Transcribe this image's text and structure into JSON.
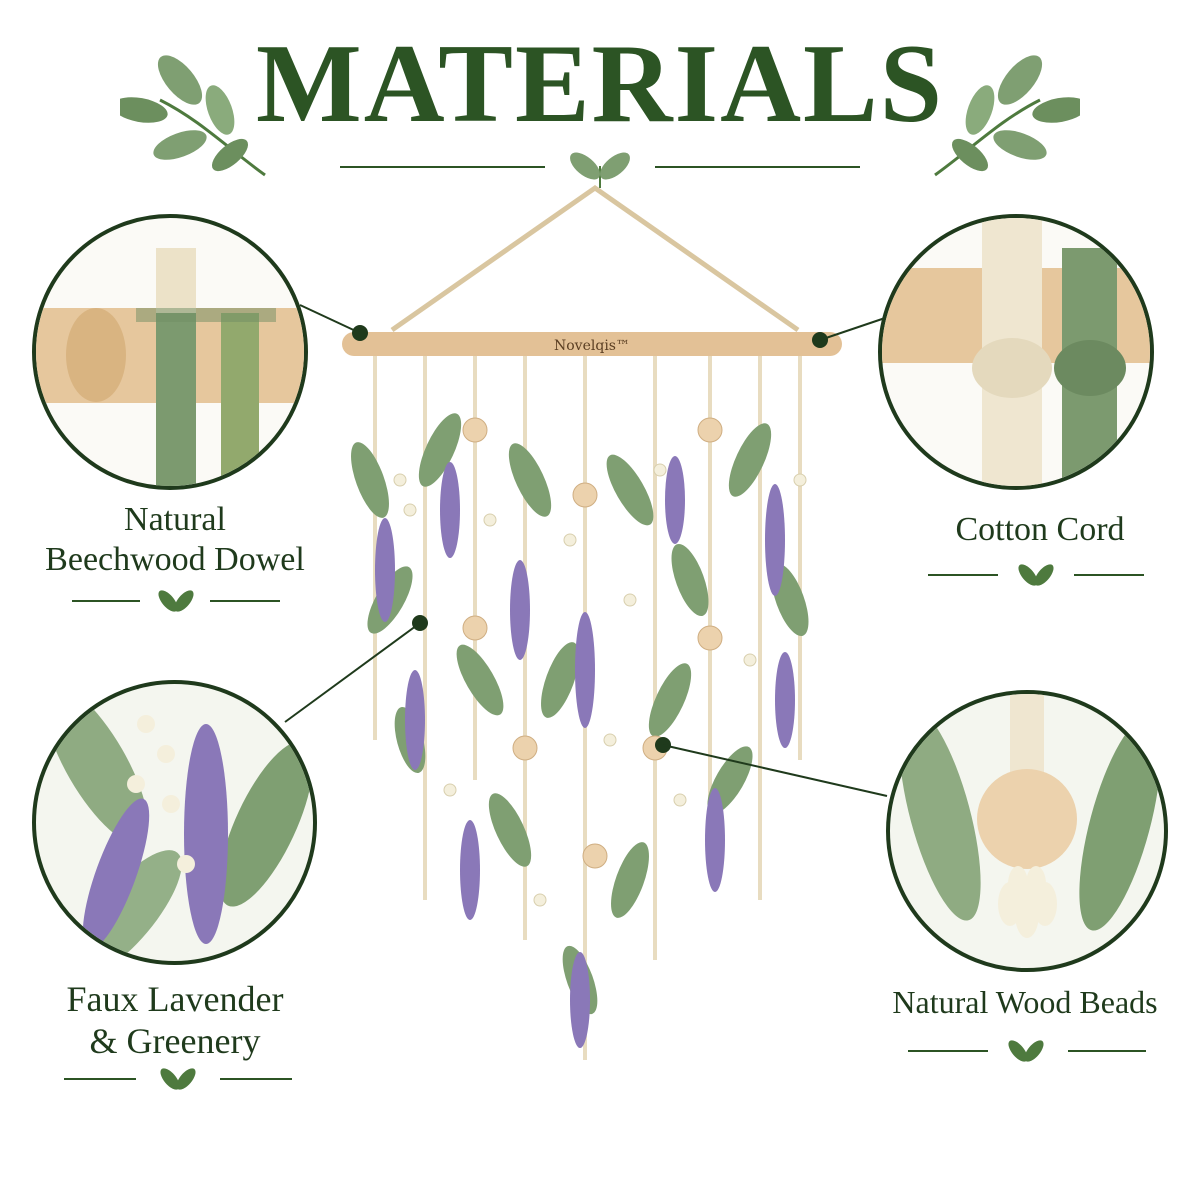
{
  "title": "MATERIALS",
  "brand": "Novelqis™",
  "labels": {
    "dowel": [
      "Natural",
      "Beechwood Dowel"
    ],
    "cord": [
      "Cotton Cord"
    ],
    "greenery": [
      "Faux Lavender",
      "& Greenery"
    ],
    "beads": [
      "Natural Wood Beads"
    ]
  },
  "icons": {
    "leaf": "leaf-sprig-icon"
  },
  "colors": {
    "title_green": "#2c5424",
    "leaf_green": "#7f9f72",
    "lavender": "#8a78b8",
    "wood": "#e3c196",
    "cream_cord": "#eee4cc",
    "sage_cord": "#7c9a6f"
  }
}
